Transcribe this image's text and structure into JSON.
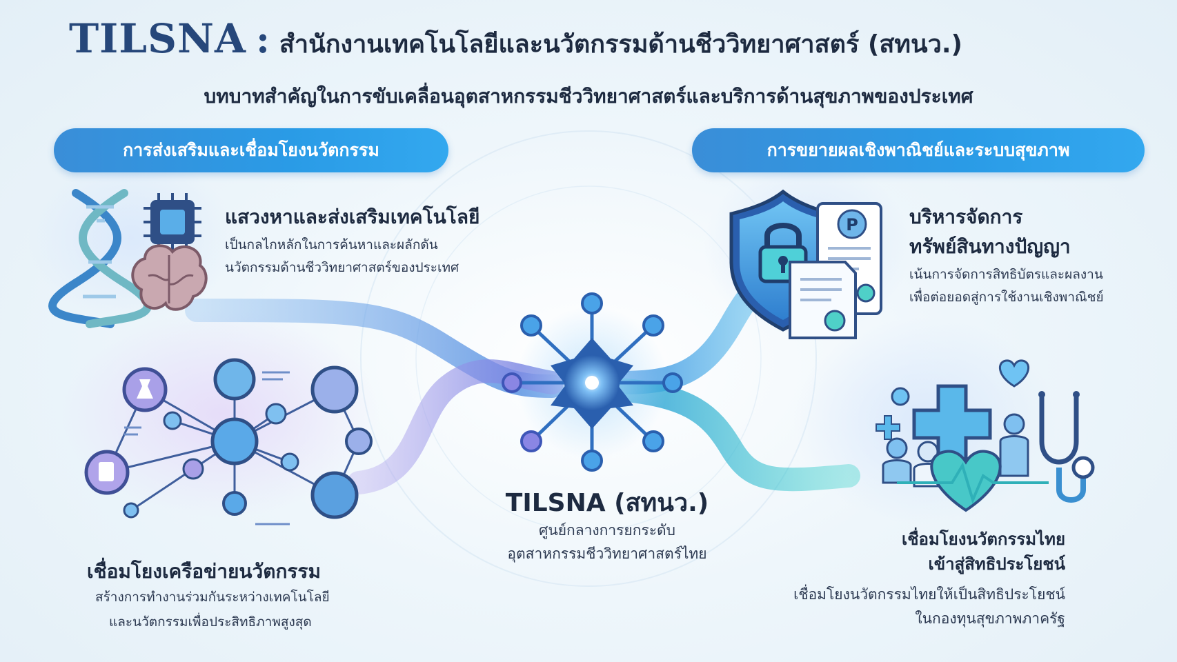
{
  "header": {
    "brand": "TILSNA",
    "separator": ":",
    "title": "สำนักงานเทคโนโลยีและนวัตกรรมด้านชีววิทยาศาสตร์ (สทนว.)",
    "subtitle": "บทบาทสำคัญในการขับเคลื่อนอุตสาหกรรมชีววิทยาศาสตร์และบริการด้านสุขภาพของประเทศ"
  },
  "sections": {
    "left_label": "การส่งเสริมและเชื่อมโยงนวัตกรรม",
    "right_label": "การขยายผลเชิงพาณิชย์และระบบสุขภาพ"
  },
  "items": {
    "tech": {
      "heading": "แสวงหาและส่งเสริมเทคโนโลยี",
      "desc1": "เป็นกลไกหลักในการค้นหาและผลักดัน",
      "desc2": "นวัตกรรมด้านชีววิทยาศาสตร์ของประเทศ"
    },
    "network": {
      "heading": "เชื่อมโยงเครือข่ายนวัตกรรม",
      "desc1": "สร้างการทำงานร่วมกันระหว่างเทคโนโลยี",
      "desc2": "และนวัตกรรมเพื่อประสิทธิภาพสูงสุด"
    },
    "ip": {
      "heading1": "บริหารจัดการ",
      "heading2": "ทรัพย์สินทางปัญญา",
      "desc1": "เน้นการจัดการสิทธิบัตรและผลงาน",
      "desc2": "เพื่อต่อยอดสู่การใช้งานเชิงพาณิชย์",
      "patent_letter": "P"
    },
    "health": {
      "heading1": "เชื่อมโยงนวัตกรรมไทย",
      "heading2": "เข้าสู่สิทธิประโยชน์",
      "desc1": "เชื่อมโยงนวัตกรรมไทยให้เป็นสิทธิประโยชน์",
      "desc2": "ในกองทุนสุขภาพภาครัฐ"
    },
    "center": {
      "heading": "TILSNA (สทนว.)",
      "desc1": "ศูนย์กลางการยกระดับ",
      "desc2": "อุตสาหกรรมชีววิทยาศาสตร์ไทย"
    }
  },
  "colors": {
    "brand": "#26477a",
    "pill": "#2a9be6",
    "flow_blue": "#4a8fe0",
    "flow_purple": "#8a7de0",
    "flow_teal": "#2bc4c8",
    "hub": "#2f6fc0"
  },
  "icons": [
    "dna-icon",
    "chip-icon",
    "brain-icon",
    "network-icon",
    "shield-lock-icon",
    "patent-document-icon",
    "medical-cross-icon",
    "stethoscope-icon",
    "heart-icon",
    "hub-icon"
  ]
}
